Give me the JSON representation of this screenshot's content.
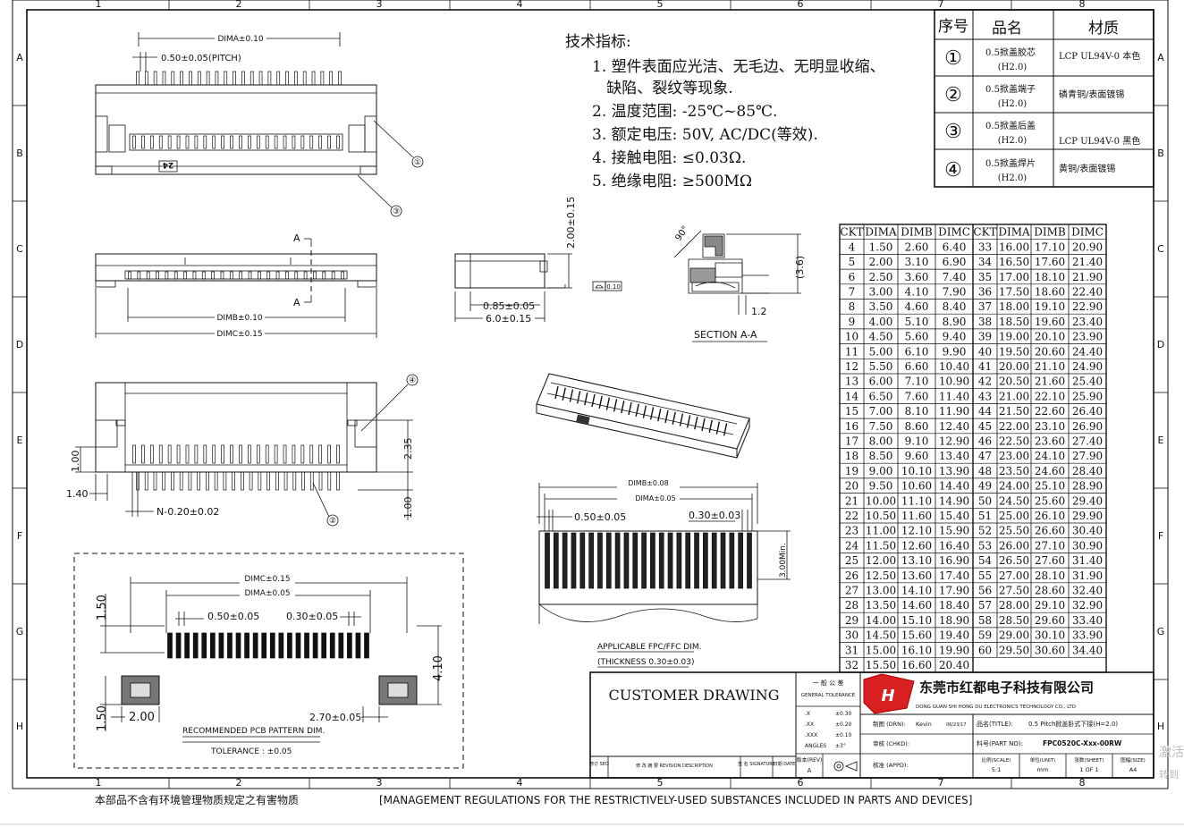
{
  "border": {
    "columns": [
      "1",
      "2",
      "3",
      "4",
      "5",
      "6",
      "7",
      "8"
    ],
    "rows": [
      "A",
      "B",
      "C",
      "D",
      "E",
      "F",
      "G",
      "H"
    ]
  },
  "tech": {
    "heading": "技术指标:",
    "lines": [
      "1. 塑件表面应光洁、无毛边、无明显收缩、",
      "   缺陷、裂纹等现象.",
      "2. 温度范围: -25℃~85℃.",
      "3. 额定电压: 50V, AC/DC(等效).",
      "4. 接触电阻: ≤0.03Ω.",
      "5. 绝缘电阻: ≥500MΩ"
    ]
  },
  "bom": {
    "headers": [
      "序号",
      "品名",
      "材质"
    ],
    "rows": [
      {
        "no": "①",
        "name1": "0.5掀盖胶芯",
        "name2": "(H2.0)",
        "mat": "LCP UL94V-0 本色"
      },
      {
        "no": "②",
        "name1": "0.5掀盖端子",
        "name2": "(H2.0)",
        "mat": "磷青铜/表面镀锡"
      },
      {
        "no": "③",
        "name1": "0.5掀盖后盖",
        "name2": "(H2.0)",
        "mat": "LCP UL94V-0 黑色"
      },
      {
        "no": "④",
        "name1": "0.5掀盖焊片",
        "name2": "(H2.0)",
        "mat": "黄铜/表面镀锡"
      }
    ]
  },
  "dim_table": {
    "headers": [
      "CKT",
      "DIMA",
      "DIMB",
      "DIMC",
      "CKT",
      "DIMA",
      "DIMB",
      "DIMC"
    ],
    "rows": [
      [
        "4",
        "1.50",
        "2.60",
        "6.40",
        "33",
        "16.00",
        "17.10",
        "20.90"
      ],
      [
        "5",
        "2.00",
        "3.10",
        "6.90",
        "34",
        "16.50",
        "17.60",
        "21.40"
      ],
      [
        "6",
        "2.50",
        "3.60",
        "7.40",
        "35",
        "17.00",
        "18.10",
        "21.90"
      ],
      [
        "7",
        "3.00",
        "4.10",
        "7.90",
        "36",
        "17.50",
        "18.60",
        "22.40"
      ],
      [
        "8",
        "3.50",
        "4.60",
        "8.40",
        "37",
        "18.00",
        "19.10",
        "22.90"
      ],
      [
        "9",
        "4.00",
        "5.10",
        "8.90",
        "38",
        "18.50",
        "19.60",
        "23.40"
      ],
      [
        "10",
        "4.50",
        "5.60",
        "9.40",
        "39",
        "19.00",
        "20.10",
        "23.90"
      ],
      [
        "11",
        "5.00",
        "6.10",
        "9.90",
        "40",
        "19.50",
        "20.60",
        "24.40"
      ],
      [
        "12",
        "5.50",
        "6.60",
        "10.40",
        "41",
        "20.00",
        "21.10",
        "24.90"
      ],
      [
        "13",
        "6.00",
        "7.10",
        "10.90",
        "42",
        "20.50",
        "21.60",
        "25.40"
      ],
      [
        "14",
        "6.50",
        "7.60",
        "11.40",
        "43",
        "21.00",
        "22.10",
        "25.90"
      ],
      [
        "15",
        "7.00",
        "8.10",
        "11.90",
        "44",
        "21.50",
        "22.60",
        "26.40"
      ],
      [
        "16",
        "7.50",
        "8.60",
        "12.40",
        "45",
        "22.00",
        "23.10",
        "26.90"
      ],
      [
        "17",
        "8.00",
        "9.10",
        "12.90",
        "46",
        "22.50",
        "23.60",
        "27.40"
      ],
      [
        "18",
        "8.50",
        "9.60",
        "13.40",
        "47",
        "23.00",
        "24.10",
        "27.90"
      ],
      [
        "19",
        "9.00",
        "10.10",
        "13.90",
        "48",
        "23.50",
        "24.60",
        "28.40"
      ],
      [
        "20",
        "9.50",
        "10.60",
        "14.40",
        "49",
        "24.00",
        "25.10",
        "28.90"
      ],
      [
        "21",
        "10.00",
        "11.10",
        "14.90",
        "50",
        "24.50",
        "25.60",
        "29.40"
      ],
      [
        "22",
        "10.50",
        "11.60",
        "15.40",
        "51",
        "25.00",
        "26.10",
        "29.90"
      ],
      [
        "23",
        "11.00",
        "12.10",
        "15.90",
        "52",
        "25.50",
        "26.60",
        "30.40"
      ],
      [
        "24",
        "11.50",
        "12.60",
        "16.40",
        "53",
        "26.00",
        "27.10",
        "30.90"
      ],
      [
        "25",
        "12.00",
        "13.10",
        "16.90",
        "54",
        "26.50",
        "27.60",
        "31.40"
      ],
      [
        "26",
        "12.50",
        "13.60",
        "17.40",
        "55",
        "27.00",
        "28.10",
        "31.90"
      ],
      [
        "27",
        "13.00",
        "14.10",
        "17.90",
        "56",
        "27.50",
        "28.60",
        "32.40"
      ],
      [
        "28",
        "13.50",
        "14.60",
        "18.40",
        "57",
        "28.00",
        "29.10",
        "32.90"
      ],
      [
        "29",
        "14.00",
        "15.10",
        "18.90",
        "58",
        "28.50",
        "29.60",
        "33.40"
      ],
      [
        "30",
        "14.50",
        "15.60",
        "19.40",
        "59",
        "29.00",
        "30.10",
        "33.90"
      ],
      [
        "31",
        "15.00",
        "16.10",
        "19.90",
        "60",
        "29.50",
        "30.60",
        "34.40"
      ],
      [
        "32",
        "15.50",
        "16.60",
        "20.40",
        "",
        "",
        "",
        ""
      ]
    ]
  },
  "dims": {
    "top_dima": "DIMA±0.10",
    "top_pitch": "0.50±0.05(PITCH)",
    "callout1": "①",
    "callout3": "③",
    "callout2": "②",
    "callout4": "④",
    "part_mark": "24",
    "section_a": "A",
    "dimb_010": "DIMB±0.10",
    "dimc_015": "DIMC±0.15",
    "side_h": "2.00±0.15",
    "side_085": "0.85±0.05",
    "side_60": "6.0±0.15",
    "flat": "0.10",
    "sec_angle": "90°",
    "sec_36": "(3.6)",
    "sec_12": "1.2",
    "sec_title": "SECTION A-A",
    "btm_100": "1.00",
    "btm_140": "1.40",
    "btm_235": "2.35",
    "btm_100b": "1.00",
    "btm_n": "N-0.20±0.02",
    "fpc_dimb": "DIMB±0.08",
    "fpc_dima": "DIMA±0.05",
    "fpc_050": "0.50±0.05",
    "fpc_030": "0.30±0.03",
    "fpc_300": "3.00Min.",
    "fpc_note1": "APPLICABLE FPC/FFC DIM.",
    "fpc_note2": "(THICKNESS 0.30±0.03)",
    "pcb_dimc": "DIMC±0.15",
    "pcb_dima": "DIMA±0.05",
    "pcb_050": "0.50±0.05",
    "pcb_030": "0.30±0.05",
    "pcb_150a": "1.50",
    "pcb_410": "4.10",
    "pcb_150b": "1.50",
    "pcb_200": "2.00",
    "pcb_270": "2.70±0.05",
    "pcb_title": "RECOMMENDED PCB PATTERN DIM.",
    "pcb_tol": "TOLERANCE : ±0.05"
  },
  "title_block": {
    "customer_drawing": "CUSTOMER DRAWING",
    "gen_tol_cn": "一 般 公 差",
    "gen_tol_en": "GENERAL TOLERANCE",
    "tol_rows": [
      [
        ".X",
        "±0.30"
      ],
      [
        ".XX",
        "±0.20"
      ],
      [
        ".XXX",
        "±0.10"
      ],
      [
        "ANGLES",
        "±3°"
      ]
    ],
    "company_cn": "东莞市红都电子科技有限公司",
    "company_en": "DONG GUAN SHI HONG DU ELECTRONICS TECHNOLOGY CO., LTD",
    "drawn_label": "制图 (DRN):",
    "drawn_value": "Kevin",
    "drawn_date": "06/23/17",
    "check_label": "审核 (CHKD):",
    "appd_label": "核准 (APPD):",
    "title_label": "品名(TITLE):",
    "title_value": "0.5 Pitch掀盖卧式下接(H=2.0)",
    "pn_label": "料号(PART NO):",
    "pn_value": "FPC0520C-Xxx-00RW",
    "scale_label": "比例(SCALE)",
    "scale_value": "5:1",
    "unit_label": "单位(UNIT)",
    "unit_value": "mm",
    "sheet_label": "张数(SHEET)",
    "sheet_value": "1 OF 1",
    "size_label": "图幅(SIZE)",
    "size_value": "A4",
    "rev_label": "版本(REV)",
    "rev_value": "A",
    "rev_cols": [
      "修订 SEQ",
      "修 改 摘 要 REVISION DESCRIPTION",
      "签 名 SIGNATURE",
      "日期 DATE"
    ]
  },
  "footer": {
    "cn": "本部品不含有环境管理物质规定之有害物质",
    "en": "[MANAGEMENT REGULATIONS FOR THE RESTRICTIVELY-USED SUBSTANCES INCLUDED IN PARTS AND DEVICES]"
  },
  "watermark": "激活\n转到"
}
